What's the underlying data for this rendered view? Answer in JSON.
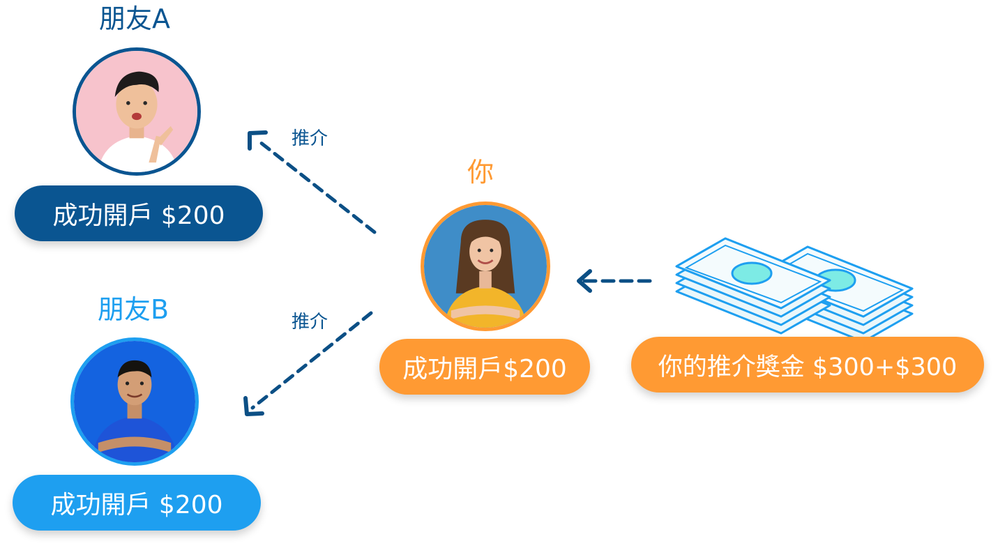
{
  "colors": {
    "navy": "#0A5591",
    "sky": "#1E9FF0",
    "orange": "#FF9A33",
    "arrow": "#0B4F85",
    "bill_stroke": "#1E9FF0",
    "bill_fill": "#EAF7FB",
    "bill_circle": "#7DEBE5"
  },
  "friend_a": {
    "name": "朋友A",
    "bonus": "成功開戶 $200",
    "avatar_icon": "friend-a-photo"
  },
  "friend_b": {
    "name": "朋友B",
    "bonus": "成功開戶 $200",
    "avatar_icon": "friend-b-photo"
  },
  "you": {
    "name": "你",
    "bonus": "成功開戶$200",
    "avatar_icon": "you-photo"
  },
  "referrals": {
    "to_a": "推介",
    "to_b": "推介"
  },
  "reward": {
    "label": "你的推介獎金 $300+$300",
    "icon": "cash-stack-icon"
  }
}
